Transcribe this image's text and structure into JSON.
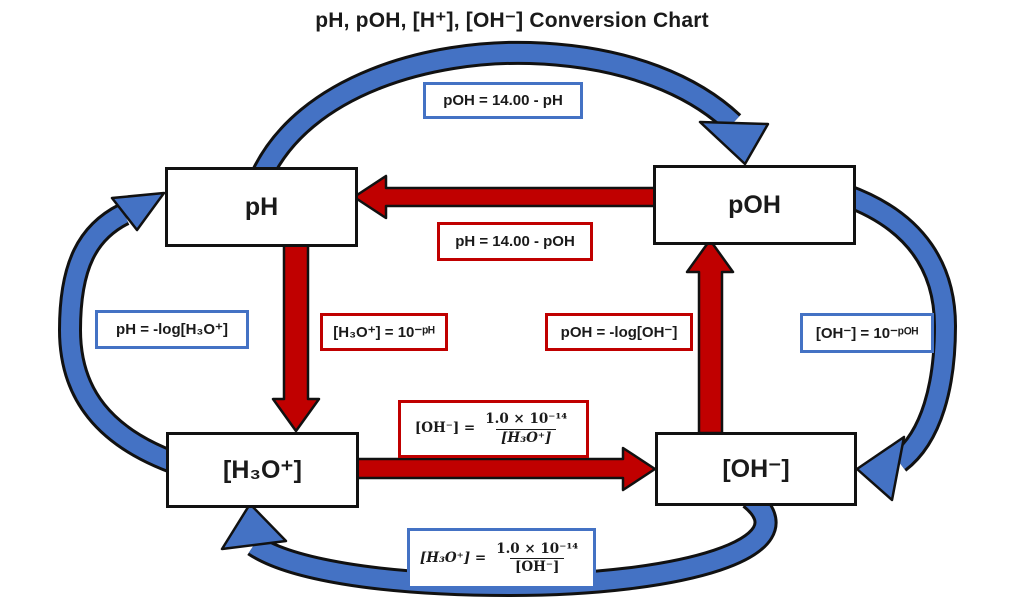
{
  "title": "pH, pOH, [H⁺], [OH⁻] Conversion Chart",
  "nodes": {
    "ph": "pH",
    "poh": "pOH",
    "h3o": "[H₃O⁺]",
    "oh": "[OH⁻]"
  },
  "formulas": {
    "poh_from_ph": "pOH = 14.00 - pH",
    "ph_from_poh": "pH = 14.00 - pOH",
    "ph_from_h3o": "pH = -log[H₃O⁺]",
    "h3o_from_ph": "[H₃O⁺] = 10⁻ᵖᴴ",
    "poh_from_oh": "pOH = -log[OH⁻]",
    "oh_from_poh": "[OH⁻] = 10⁻ᵖᴼᴴ",
    "oh_from_h3o": {
      "lead": "[OH⁻] =",
      "num": "1.0 × 10⁻¹⁴",
      "den": "[H₃O⁺]"
    },
    "h3o_from_oh": {
      "lead": "[H₃O⁺] =",
      "num": "1.0 × 10⁻¹⁴",
      "den": "[OH⁻]"
    }
  },
  "colors": {
    "arrow_red": "#C00000",
    "arrow_blue": "#4472C4",
    "outline": "#111111",
    "background": "#ffffff"
  }
}
